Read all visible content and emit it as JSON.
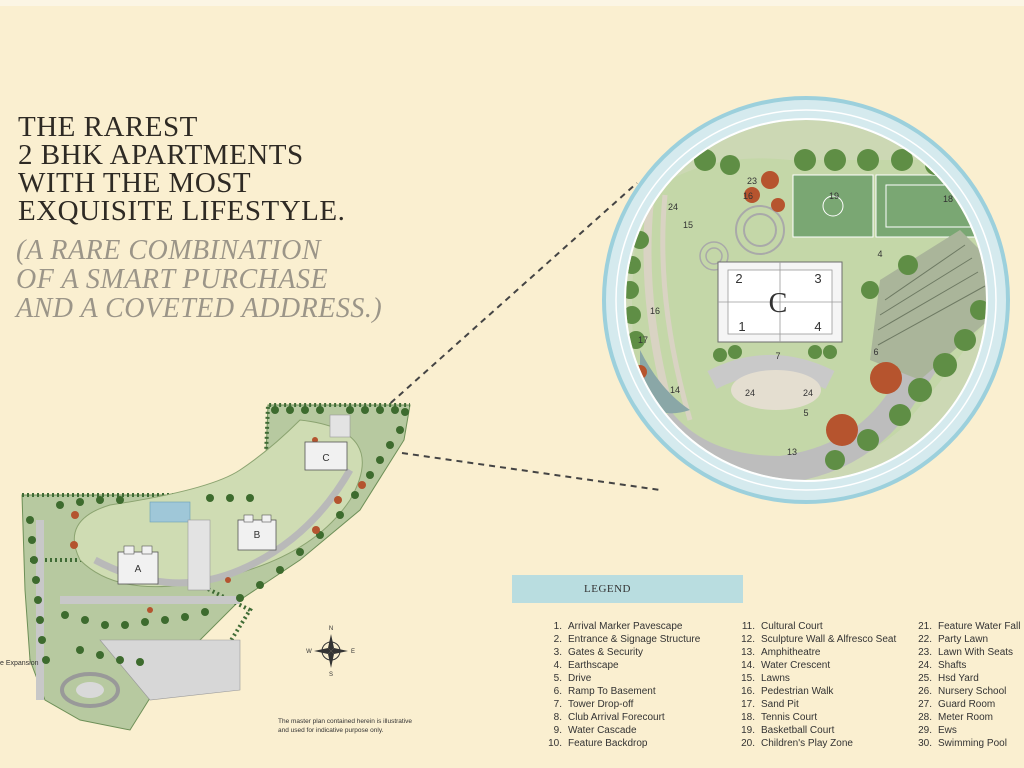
{
  "headline": [
    "THE RAREST",
    "2 BHK APARTMENTS",
    "WITH THE MOST",
    "EXQUISITE LIFESTYLE."
  ],
  "tagline": [
    "(A RARE COMBINATION",
    "OF A SMART PURCHASE",
    "AND A COVETED ADDRESS.)"
  ],
  "towers": {
    "a": "A",
    "b": "B",
    "c": "C"
  },
  "zoom": {
    "tower": "C",
    "corners": [
      "2",
      "3",
      "1",
      "4"
    ],
    "labels": [
      "23",
      "16",
      "19",
      "18",
      "24",
      "15",
      "4",
      "16",
      "17",
      "14",
      "7",
      "24",
      "24",
      "6",
      "5",
      "13",
      "13"
    ]
  },
  "compass": {
    "n": "N",
    "e": "E",
    "s": "S",
    "w": "W"
  },
  "expansion_note": "e Expansion",
  "disclaimer": [
    "The master plan contained herein is illustrative",
    "and used for indicative purpose only."
  ],
  "legend": {
    "title": "LEGEND",
    "col1": [
      {
        "n": "1.",
        "t": "Arrival Marker Pavescape"
      },
      {
        "n": "2.",
        "t": "Entrance & Signage Structure"
      },
      {
        "n": "3.",
        "t": "Gates & Security"
      },
      {
        "n": "4.",
        "t": "Earthscape"
      },
      {
        "n": "5.",
        "t": "Drive"
      },
      {
        "n": "6.",
        "t": "Ramp To Basement"
      },
      {
        "n": "7.",
        "t": "Tower Drop-off"
      },
      {
        "n": "8.",
        "t": "Club Arrival Forecourt"
      },
      {
        "n": "9.",
        "t": "Water Cascade"
      },
      {
        "n": "10.",
        "t": "Feature Backdrop"
      }
    ],
    "col2": [
      {
        "n": "11.",
        "t": "Cultural Court"
      },
      {
        "n": "12.",
        "t": "Sculpture Wall & Alfresco Seat"
      },
      {
        "n": "13.",
        "t": "Amphitheatre"
      },
      {
        "n": "14.",
        "t": "Water Crescent"
      },
      {
        "n": "15.",
        "t": "Lawns"
      },
      {
        "n": "16.",
        "t": "Pedestrian Walk"
      },
      {
        "n": "17.",
        "t": "Sand Pit"
      },
      {
        "n": "18.",
        "t": "Tennis Court"
      },
      {
        "n": "19.",
        "t": "Basketball Court"
      },
      {
        "n": "20.",
        "t": "Children's Play Zone"
      }
    ],
    "col3": [
      {
        "n": "21.",
        "t": "Feature Water Fall"
      },
      {
        "n": "22.",
        "t": "Party Lawn"
      },
      {
        "n": "23.",
        "t": "Lawn With Seats"
      },
      {
        "n": "24.",
        "t": "Shafts"
      },
      {
        "n": "25.",
        "t": "Hsd Yard"
      },
      {
        "n": "26.",
        "t": "Nursery School"
      },
      {
        "n": "27.",
        "t": "Guard Room"
      },
      {
        "n": "28.",
        "t": "Meter Room"
      },
      {
        "n": "29.",
        "t": "Ews"
      },
      {
        "n": "30.",
        "t": "Swimming Pool"
      }
    ]
  }
}
